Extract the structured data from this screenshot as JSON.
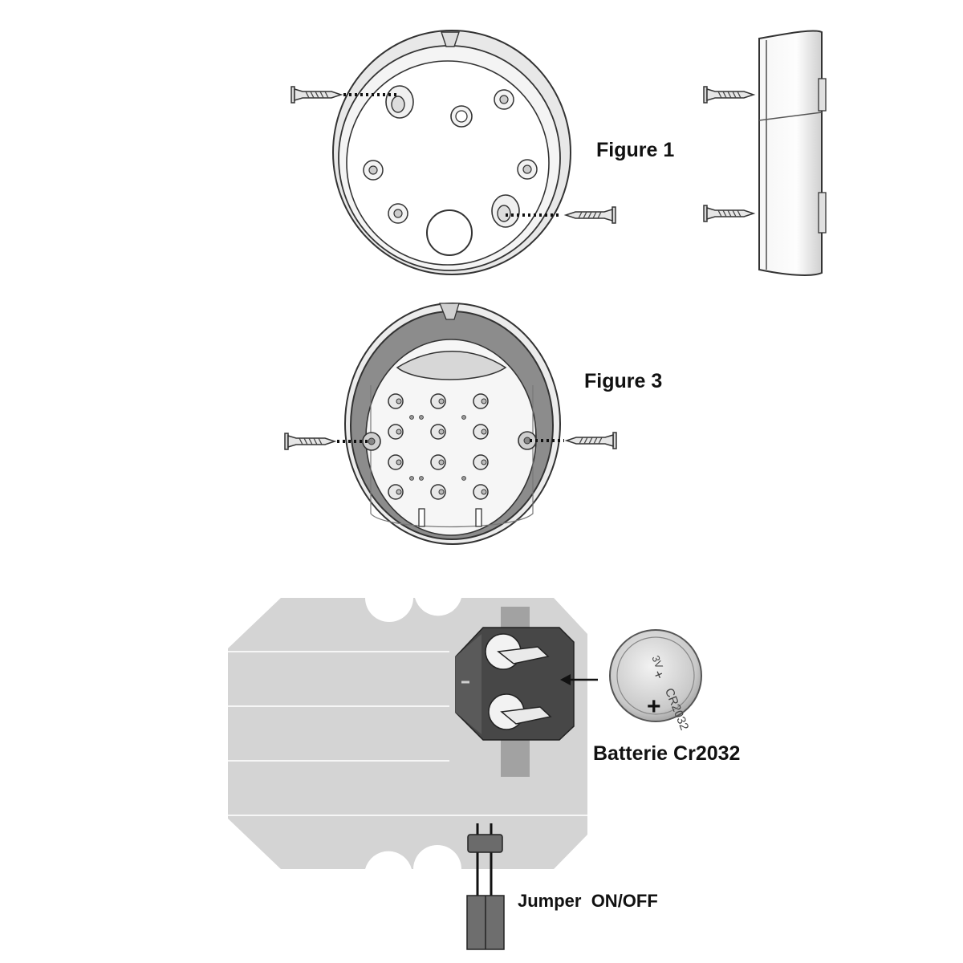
{
  "labels": {
    "figure1": "Figure 1",
    "figure3": "Figure 3",
    "battery": "Batterie Cr2032",
    "jumper": "Jumper  ON/OFF"
  },
  "coin_cell": {
    "model": "CR2032",
    "voltage": "3V",
    "plus_top": "+",
    "plus_bottom": "+"
  },
  "colors": {
    "line": "#333333",
    "light_fill": "#ececec",
    "mid_fill": "#9a9a9a",
    "dark_fill": "#444444",
    "board": "#d3d3d3",
    "clip": "#9c9c9c",
    "jumper_block": "#6e6e6e"
  },
  "icons": {
    "screw": "screw-icon",
    "arrow": "arrow-icon"
  }
}
